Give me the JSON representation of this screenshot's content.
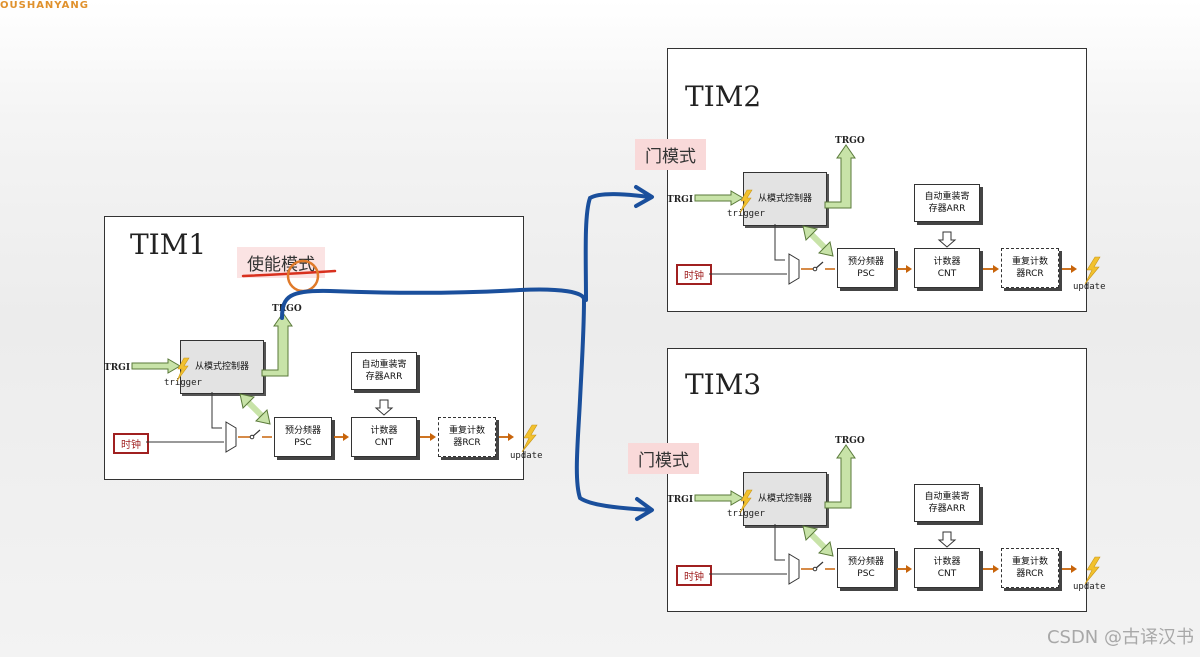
{
  "brand": "OUSHANYANG",
  "watermark": "CSDN @古译汉书",
  "timers": [
    {
      "id": "tim1",
      "title": "TIM1",
      "mode_tag": "使能模式",
      "trgi": "TRGI",
      "trgo": "TRGO",
      "trigger": "trigger",
      "slave_controller": "从模式控制器",
      "clock": "时钟",
      "arr": [
        "自动重装寄",
        "存器ARR"
      ],
      "psc": [
        "预分频器",
        "PSC"
      ],
      "cnt": [
        "计数器",
        "CNT"
      ],
      "rcr": [
        "重复计数",
        "器RCR"
      ],
      "update": "update"
    },
    {
      "id": "tim2",
      "title": "TIM2",
      "mode_tag": "门模式",
      "trgi": "TRGI",
      "trgo": "TRGO",
      "trigger": "trigger",
      "slave_controller": "从模式控制器",
      "clock": "时钟",
      "arr": [
        "自动重装寄",
        "存器ARR"
      ],
      "psc": [
        "预分频器",
        "PSC"
      ],
      "cnt": [
        "计数器",
        "CNT"
      ],
      "rcr": [
        "重复计数",
        "器RCR"
      ],
      "update": "update"
    },
    {
      "id": "tim3",
      "title": "TIM3",
      "mode_tag": "门模式",
      "trgi": "TRGI",
      "trgo": "TRGO",
      "trigger": "trigger",
      "slave_controller": "从模式控制器",
      "clock": "时钟",
      "arr": [
        "自动重装寄",
        "存器ARR"
      ],
      "psc": [
        "预分频器",
        "PSC"
      ],
      "cnt": [
        "计数器",
        "CNT"
      ],
      "rcr": [
        "重复计数",
        "器RCR"
      ],
      "update": "update"
    }
  ],
  "colors": {
    "annotation_blue": "#1a4f9c",
    "annotation_red": "#d8301e",
    "green_arrow": "#c8e3a8",
    "orange_line": "#c8640a",
    "clock_red": "#a02020",
    "bolt_yellow": "#f2c12e",
    "mode_tag_bg": "#f9d9d9"
  }
}
